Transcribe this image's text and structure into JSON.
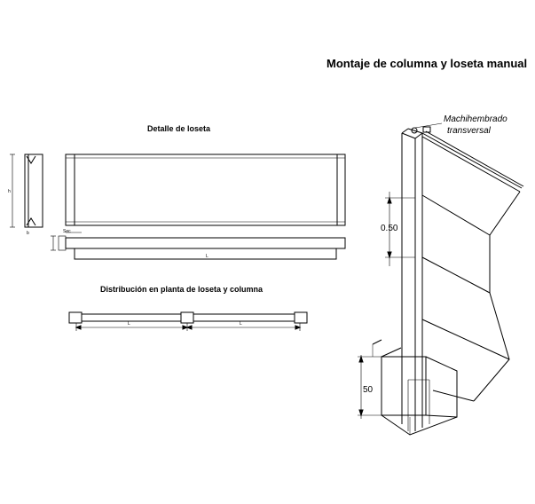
{
  "titles": {
    "main": "Montaje de columna y loseta manual",
    "detail": "Detalle de loseta",
    "distribution": "Distribución en planta de loseta y columna"
  },
  "annotations": {
    "joint_line1": "Machihembrado",
    "joint_line2": "transversal",
    "spacing": "0.50",
    "footing_depth": "50",
    "slab_length": "L",
    "side_h": "h",
    "side_b": "b",
    "section_mark": "Sec",
    "span_mark_1": "L",
    "span_mark_2": "L"
  }
}
